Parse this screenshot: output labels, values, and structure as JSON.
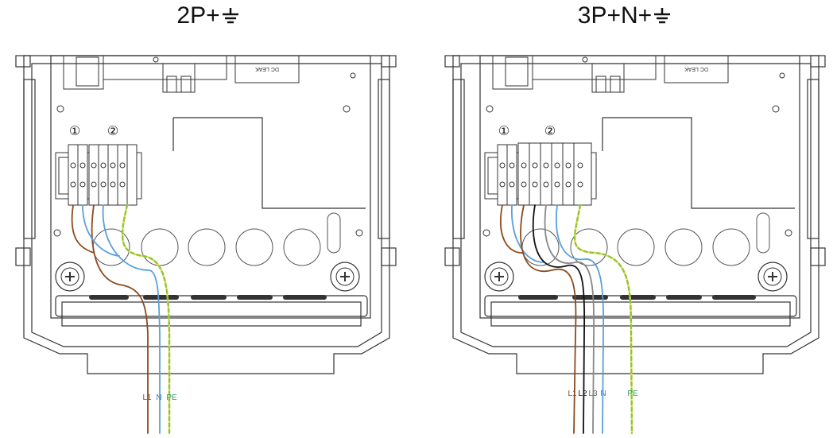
{
  "left": {
    "title": "2P+",
    "marker_1": "①",
    "marker_2": "②",
    "dc_leak": "DC LEAK",
    "wires": {
      "l1": "L1",
      "n": "N",
      "pe": "PE"
    }
  },
  "right": {
    "title": "3P+N+",
    "marker_1": "①",
    "marker_2": "②",
    "dc_leak": "DC LEAK",
    "wires": {
      "l1": "L1",
      "l2": "L2",
      "l3": "L3",
      "n": "N",
      "pe": "PE"
    }
  },
  "colors": {
    "brown": "#8b4a1c",
    "blue": "#5aa0d8",
    "black": "#111111",
    "grey": "#888888",
    "pe_green": "#8cc63f",
    "pe_yellow": "#f2e24a",
    "pe_text": "#2f9a6a"
  },
  "icons": {
    "earth": "earth-ground-icon",
    "screw": "screw-icon"
  }
}
